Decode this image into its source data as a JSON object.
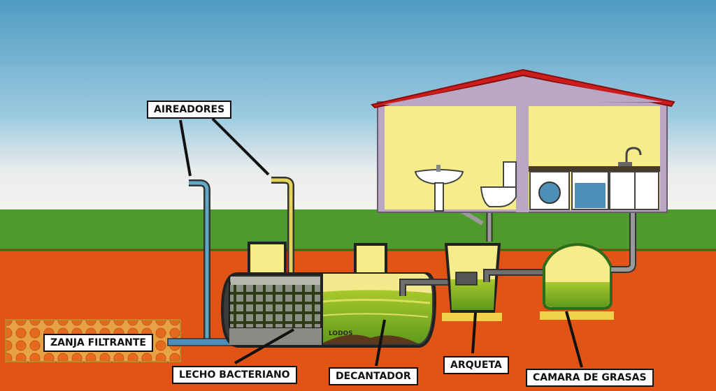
{
  "labels": {
    "aireadores": "AIREADORES",
    "zanja_filtrante": "ZANJA FILTRANTE",
    "lecho_bacteriano": "LECHO BACTERIANO",
    "decantador": "DECANTADOR",
    "arqueta": "ARQUETA",
    "camara_de_grasas": "CAMARA DE GRASAS",
    "lodos": "LODOS"
  },
  "colors": {
    "sky": "#5fa8c8",
    "grass": "#4e9a2c",
    "soil": "#e25416",
    "roof": "#cc1c1c",
    "wall": "#b9a7c4",
    "interior": "#f7ec8a",
    "water": "#6fa81e",
    "pipe": "#6f6f6f"
  }
}
